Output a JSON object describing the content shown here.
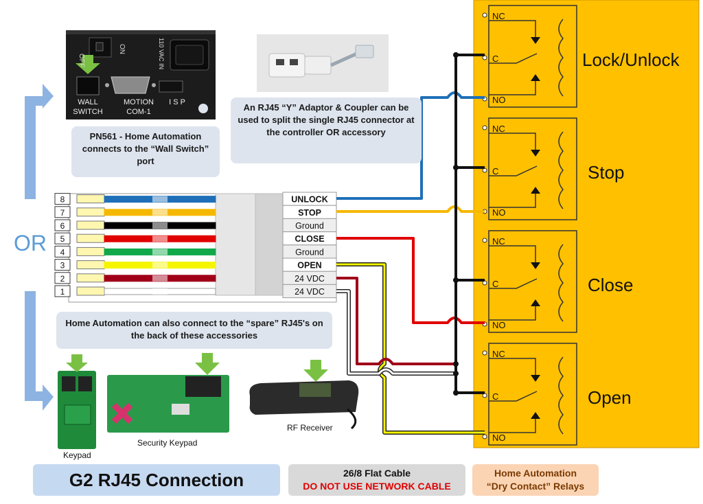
{
  "controller_panel": {
    "off": "OFF",
    "on": "ON",
    "voltage": "110 VAC IN",
    "wall_switch_1": "WALL",
    "wall_switch_2": "SWITCH",
    "motion_1": "MOTION",
    "motion_2": "COM-1",
    "isp": "I S P"
  },
  "callouts": {
    "pn561": "PN561 - Home Automation connects to the “Wall Switch” port",
    "adaptor": "An RJ45 “Y” Adaptor & Coupler can be used to split the single RJ45 connector at the controller OR accessory",
    "spare": "Home Automation can also connect to the “spare” RJ45's on the back of these accessories"
  },
  "or_label": "OR",
  "pins": [
    {
      "num": "8",
      "label": "UNLOCK",
      "bold": true,
      "color": "#1f6fb8"
    },
    {
      "num": "7",
      "label": "STOP",
      "bold": true,
      "color": "#f5b800"
    },
    {
      "num": "6",
      "label": "Ground",
      "bold": false,
      "color": "#000000"
    },
    {
      "num": "5",
      "label": "CLOSE",
      "bold": true,
      "color": "#e00000"
    },
    {
      "num": "4",
      "label": "Ground",
      "bold": false,
      "color": "#11a84a"
    },
    {
      "num": "3",
      "label": "OPEN",
      "bold": true,
      "color": "#f5f500"
    },
    {
      "num": "2",
      "label": "24 VDC",
      "bold": false,
      "color": "#a00018"
    },
    {
      "num": "1",
      "label": "24 VDC",
      "bold": false,
      "color": "#ffffff"
    }
  ],
  "relays": [
    {
      "name": "Lock/Unlock",
      "nc": "NC",
      "c": "C",
      "no": "NO"
    },
    {
      "name": "Stop",
      "nc": "NC",
      "c": "C",
      "no": "NO"
    },
    {
      "name": "Close",
      "nc": "NC",
      "c": "C",
      "no": "NO"
    },
    {
      "name": "Open",
      "nc": "NC",
      "c": "C",
      "no": "NO"
    }
  ],
  "accessories": {
    "keypad": "Keypad",
    "security_keypad": "Security Keypad",
    "rf_receiver": "RF Receiver"
  },
  "footer": {
    "title": "G2 RJ45 Connection",
    "cable_line1": "26/8 Flat Cable",
    "cable_line2": "DO NOT USE NETWORK CABLE",
    "relay_line1": "Home Automation",
    "relay_line2": "“Dry Contact” Relays"
  },
  "colors": {
    "relay_panel": "#ffc000",
    "callout_bg": "#dde4ee",
    "footer_blue": "#c5d9f1",
    "footer_gray": "#d9d9d9",
    "footer_orange": "#fbd4b4",
    "arrow_blue": "#8db3e2",
    "arrow_green": "#7ac143",
    "warning_red": "#e00000"
  }
}
